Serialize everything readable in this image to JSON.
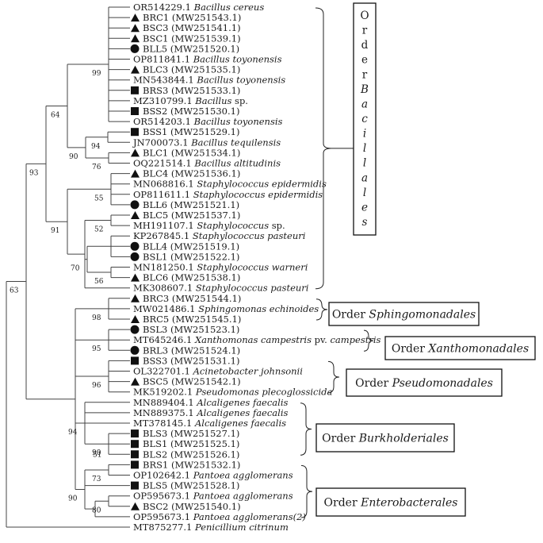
{
  "leaves": [
    {
      "id": "L1",
      "marker": "none",
      "acc": "OR514229.1",
      "name": "Bacillus cereus"
    },
    {
      "id": "L2",
      "marker": "triangle",
      "acc": "BRC1",
      "name": "(MW251543.1)"
    },
    {
      "id": "L3",
      "marker": "triangle",
      "acc": "BSC3",
      "name": "(MW251541.1)"
    },
    {
      "id": "L4",
      "marker": "triangle",
      "acc": "BSC1",
      "name": "(MW251539.1)"
    },
    {
      "id": "L5",
      "marker": "circle",
      "acc": "BLL5",
      "name": "(MW251520.1)"
    },
    {
      "id": "L6",
      "marker": "none",
      "acc": "OP811841.1",
      "name": "Bacillus toyonensis"
    },
    {
      "id": "L7",
      "marker": "triangle",
      "acc": "BLC3",
      "name": "(MW251535.1)"
    },
    {
      "id": "L8",
      "marker": "none",
      "acc": "MN543844.1",
      "name": "Bacillus toyonensis"
    },
    {
      "id": "L9",
      "marker": "square",
      "acc": "BRS3",
      "name": "(MW251533.1)"
    },
    {
      "id": "L10",
      "marker": "none",
      "acc": "MZ310799.1",
      "name": "Bacillus sp."
    },
    {
      "id": "L11",
      "marker": "square",
      "acc": "BSS2",
      "name": "(MW251530.1)"
    },
    {
      "id": "L12",
      "marker": "none",
      "acc": "OR514203.1",
      "name": "Bacillus toyonensis"
    },
    {
      "id": "L13",
      "marker": "square",
      "acc": "BSS1",
      "name": "(MW251529.1)"
    },
    {
      "id": "L14",
      "marker": "none",
      "acc": "JN700073.1",
      "name": "Bacillus tequilensis"
    },
    {
      "id": "L15",
      "marker": "triangle",
      "acc": "BLC1",
      "name": "(MW251534.1)"
    },
    {
      "id": "L16",
      "marker": "none",
      "acc": "OQ221514.1",
      "name": "Bacillus altitudinis"
    },
    {
      "id": "L17",
      "marker": "triangle",
      "acc": "BLC4",
      "name": "(MW251536.1)"
    },
    {
      "id": "L18",
      "marker": "none",
      "acc": "MN068816.1",
      "name": "Staphylococcus epidermidis"
    },
    {
      "id": "L19",
      "marker": "none",
      "acc": "OP811611.1",
      "name": "Staphylococcus epidermidis"
    },
    {
      "id": "L20",
      "marker": "circle",
      "acc": "BLL6",
      "name": "(MW251521.1)"
    },
    {
      "id": "L21",
      "marker": "triangle",
      "acc": "BLC5",
      "name": "(MW251537.1)"
    },
    {
      "id": "L22",
      "marker": "none",
      "acc": "MH191107.1",
      "name": "Staphylococcus sp."
    },
    {
      "id": "L23",
      "marker": "none",
      "acc": "KP267845.1",
      "name": "Staphylococcus pasteuri"
    },
    {
      "id": "L24",
      "marker": "circle",
      "acc": "BLL4",
      "name": "(MW251519.1)"
    },
    {
      "id": "L25",
      "marker": "circle",
      "acc": "BSL1",
      "name": "(MW251522.1)"
    },
    {
      "id": "L26",
      "marker": "none",
      "acc": "MN181250.1",
      "name": "Staphylococcus warneri"
    },
    {
      "id": "L27",
      "marker": "triangle",
      "acc": "BLC6",
      "name": "(MW251538.1)"
    },
    {
      "id": "L28",
      "marker": "none",
      "acc": "MK308607.1",
      "name": "Staphylococcus pasteuri"
    },
    {
      "id": "L29",
      "marker": "triangle",
      "acc": "BRC3",
      "name": "(MW251544.1)"
    },
    {
      "id": "L30",
      "marker": "none",
      "acc": "MW021486.1",
      "name": "Sphingomonas echinoides"
    },
    {
      "id": "L31",
      "marker": "triangle",
      "acc": "BRC5",
      "name": "(MW251545.1)"
    },
    {
      "id": "L32",
      "marker": "circle",
      "acc": "BSL3",
      "name": "(MW251523.1)"
    },
    {
      "id": "L33",
      "marker": "none",
      "acc": "MT645246.1",
      "name": "Xanthomonas campestris pv. campestris"
    },
    {
      "id": "L34",
      "marker": "circle",
      "acc": "BRL3",
      "name": "(MW251524.1)"
    },
    {
      "id": "L35",
      "marker": "square",
      "acc": "BSS3",
      "name": "(MW251531.1)"
    },
    {
      "id": "L36",
      "marker": "none",
      "acc": "OL322701.1",
      "name": "Acinetobacter johnsonii"
    },
    {
      "id": "L37",
      "marker": "triangle",
      "acc": "BSC5",
      "name": "(MW251542.1)"
    },
    {
      "id": "L38",
      "marker": "none",
      "acc": "MK519202.1",
      "name": "Pseudomonas plecoglossicida"
    },
    {
      "id": "L39",
      "marker": "none",
      "acc": "MN889404.1",
      "name": "Alcaligenes faecalis"
    },
    {
      "id": "L40",
      "marker": "none",
      "acc": "MN889375.1",
      "name": "Alcaligenes faecalis"
    },
    {
      "id": "L41",
      "marker": "none",
      "acc": "MT378145.1",
      "name": "Alcaligenes faecalis"
    },
    {
      "id": "L42",
      "marker": "square",
      "acc": "BLS3",
      "name": "(MW251527.1)"
    },
    {
      "id": "L43",
      "marker": "square",
      "acc": "BLS1",
      "name": "(MW251525.1)"
    },
    {
      "id": "L44",
      "marker": "square",
      "acc": "BLS2",
      "name": "(MW251526.1)"
    },
    {
      "id": "L45",
      "marker": "square",
      "acc": "BRS1",
      "name": "(MW251532.1)"
    },
    {
      "id": "L46",
      "marker": "none",
      "acc": "OP102642.1",
      "name": "Pantoea agglomerans"
    },
    {
      "id": "L47",
      "marker": "square",
      "acc": "BLS5",
      "name": "(MW251528.1)"
    },
    {
      "id": "L48",
      "marker": "none",
      "acc": "OP595673.1",
      "name": "Pantoea agglomerans"
    },
    {
      "id": "L49",
      "marker": "triangle",
      "acc": "BSC2",
      "name": "(MW251540.1)"
    },
    {
      "id": "L50",
      "marker": "none",
      "acc": "OP595673.1",
      "name": "Pantoea agglomerans(2)"
    },
    {
      "id": "L51",
      "marker": "none",
      "acc": "MT875277.1",
      "name": "Penicillium citrinum"
    }
  ],
  "nodes": {
    "N_bcereus": [
      "L1",
      "L2",
      "L3",
      "L4",
      "L5",
      "L6",
      "L7",
      "L8",
      "L9",
      "L10",
      "L11",
      "L12"
    ],
    "N_bssjn": [
      "L13",
      "L14"
    ],
    "N_blc1": [
      "L15",
      "L16"
    ],
    "N_sub90": [
      "N_bssjn",
      "N_blc1"
    ],
    "N_bac": [
      "N_bcereus",
      "N_sub90"
    ],
    "N_epi": [
      "L17",
      "L18",
      "L19",
      "L20"
    ],
    "N_blc5mh": [
      "L21",
      "L22"
    ],
    "N_p70a": [
      "L23",
      "L24",
      "L25"
    ],
    "N_warn": [
      "L26",
      "L27"
    ],
    "N_p70": [
      "N_p70a",
      "N_warn"
    ],
    "N_blc5grp": [
      "N_blc5mh",
      "N_p70",
      "L28"
    ],
    "N_staph": [
      "N_epi",
      "N_blc5grp"
    ],
    "N_firm": [
      "N_bac",
      "N_staph"
    ],
    "N_sph": [
      "L29",
      "L30",
      "L31"
    ],
    "N_xan": [
      "L32",
      "L33",
      "L34"
    ],
    "N_pseu": [
      "L35",
      "L36",
      "L37",
      "L38"
    ],
    "N_bls": [
      "L42",
      "L43",
      "L44"
    ],
    "N_alc": [
      "L39",
      "L40",
      "L41",
      "N_bls"
    ],
    "N_brs1": [
      "L45",
      "L46"
    ],
    "N_bsc2": [
      "L48",
      "L49"
    ],
    "N_bsc2b": [
      "N_bsc2",
      "L50"
    ],
    "N_ent": [
      "N_brs1",
      "L47",
      "N_bsc2b"
    ],
    "N_proteo": [
      "N_sph",
      "N_xan",
      "N_pseu",
      "N_alc",
      "N_ent"
    ],
    "N_bact": [
      "N_firm",
      "N_proteo"
    ],
    "N_root": [
      "N_bact",
      "L51"
    ]
  },
  "bootstraps": [
    {
      "node": "N_bcereus",
      "value": "99"
    },
    {
      "node": "N_bac",
      "value": "64"
    },
    {
      "node": "N_bssjn",
      "value": "94"
    },
    {
      "node": "N_sub90",
      "value": "90"
    },
    {
      "node": "N_blc1",
      "value": "76"
    },
    {
      "node": "N_firm",
      "value": "93"
    },
    {
      "node": "N_epi",
      "value": "55"
    },
    {
      "node": "N_staph",
      "value": "91"
    },
    {
      "node": "N_blc5mh",
      "value": "52"
    },
    {
      "node": "N_p70",
      "value": "70"
    },
    {
      "node": "N_warn",
      "value": "56"
    },
    {
      "node": "N_bact",
      "value": "63"
    },
    {
      "node": "N_sph",
      "value": "98"
    },
    {
      "node": "N_xan",
      "value": "95"
    },
    {
      "node": "N_pseu",
      "value": "96"
    },
    {
      "node": "N_alc",
      "value": "94"
    },
    {
      "node": "N_bls",
      "value": "90"
    },
    {
      "node": "L44",
      "value": "51"
    },
    {
      "node": "N_brs1",
      "value": "73"
    },
    {
      "node": "N_ent",
      "value": "90"
    },
    {
      "node": "N_bsc2",
      "value": "80"
    }
  ],
  "orders": [
    {
      "id": "bacillales",
      "prefix": "Order",
      "name": "Bacillales",
      "vertical": true,
      "chars": [
        "O",
        "r",
        "d",
        "e",
        "r",
        "B",
        "a",
        "c",
        "i",
        "l",
        "l",
        "a",
        "l",
        "e",
        "s"
      ]
    },
    {
      "id": "sphingomonadales",
      "prefix": "Order",
      "name": "Sphingomonadales",
      "vertical": false
    },
    {
      "id": "xanthomonadales",
      "prefix": "Order",
      "name": "Xanthomonadales",
      "vertical": false
    },
    {
      "id": "pseudomonadales",
      "prefix": "Order",
      "name": "Pseudomonadales",
      "vertical": false
    },
    {
      "id": "burkholderiales",
      "prefix": "Order",
      "name": "Burkholderiales",
      "vertical": false
    },
    {
      "id": "enterobacterales",
      "prefix": "Order",
      "name": "Enterobacterales",
      "vertical": false
    }
  ]
}
